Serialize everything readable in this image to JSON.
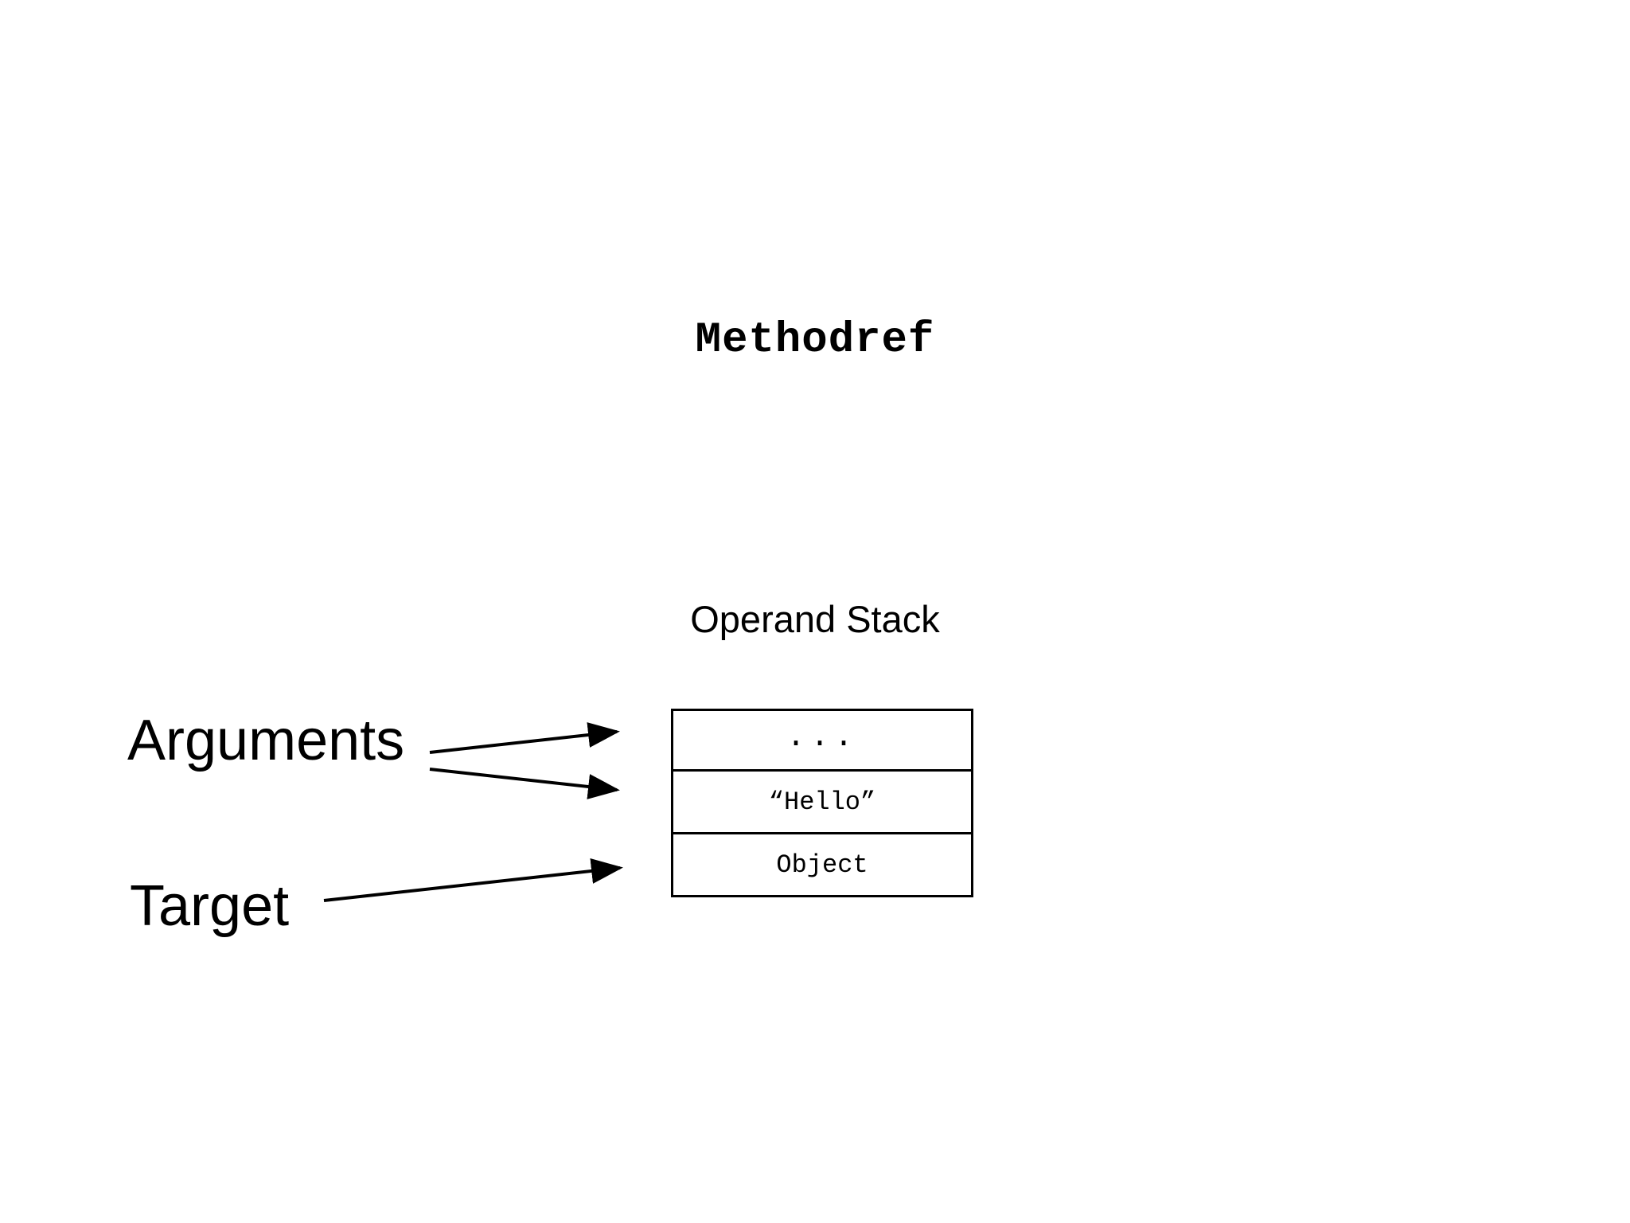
{
  "title": "Methodref",
  "stack": {
    "label": "Operand Stack",
    "cells": [
      "...",
      "“Hello”",
      "Object"
    ]
  },
  "labels": {
    "arguments": "Arguments",
    "target": "Target"
  },
  "colors": {
    "ink": "#000000",
    "background": "#ffffff"
  }
}
